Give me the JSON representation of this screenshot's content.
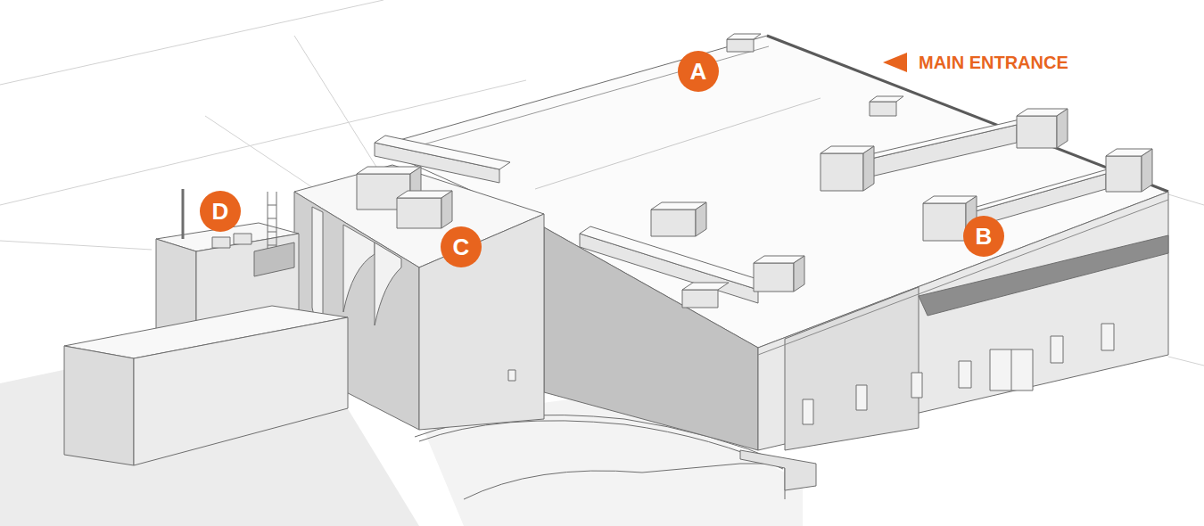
{
  "diagram": {
    "nodes": [
      {
        "text": [
          "A"
        ]
      },
      {
        "text": [
          "B"
        ]
      },
      {
        "text": [
          "C"
        ]
      },
      {
        "text": [
          "D"
        ]
      }
    ],
    "labels": [
      "MAIN ENTRANCE"
    ]
  }
}
